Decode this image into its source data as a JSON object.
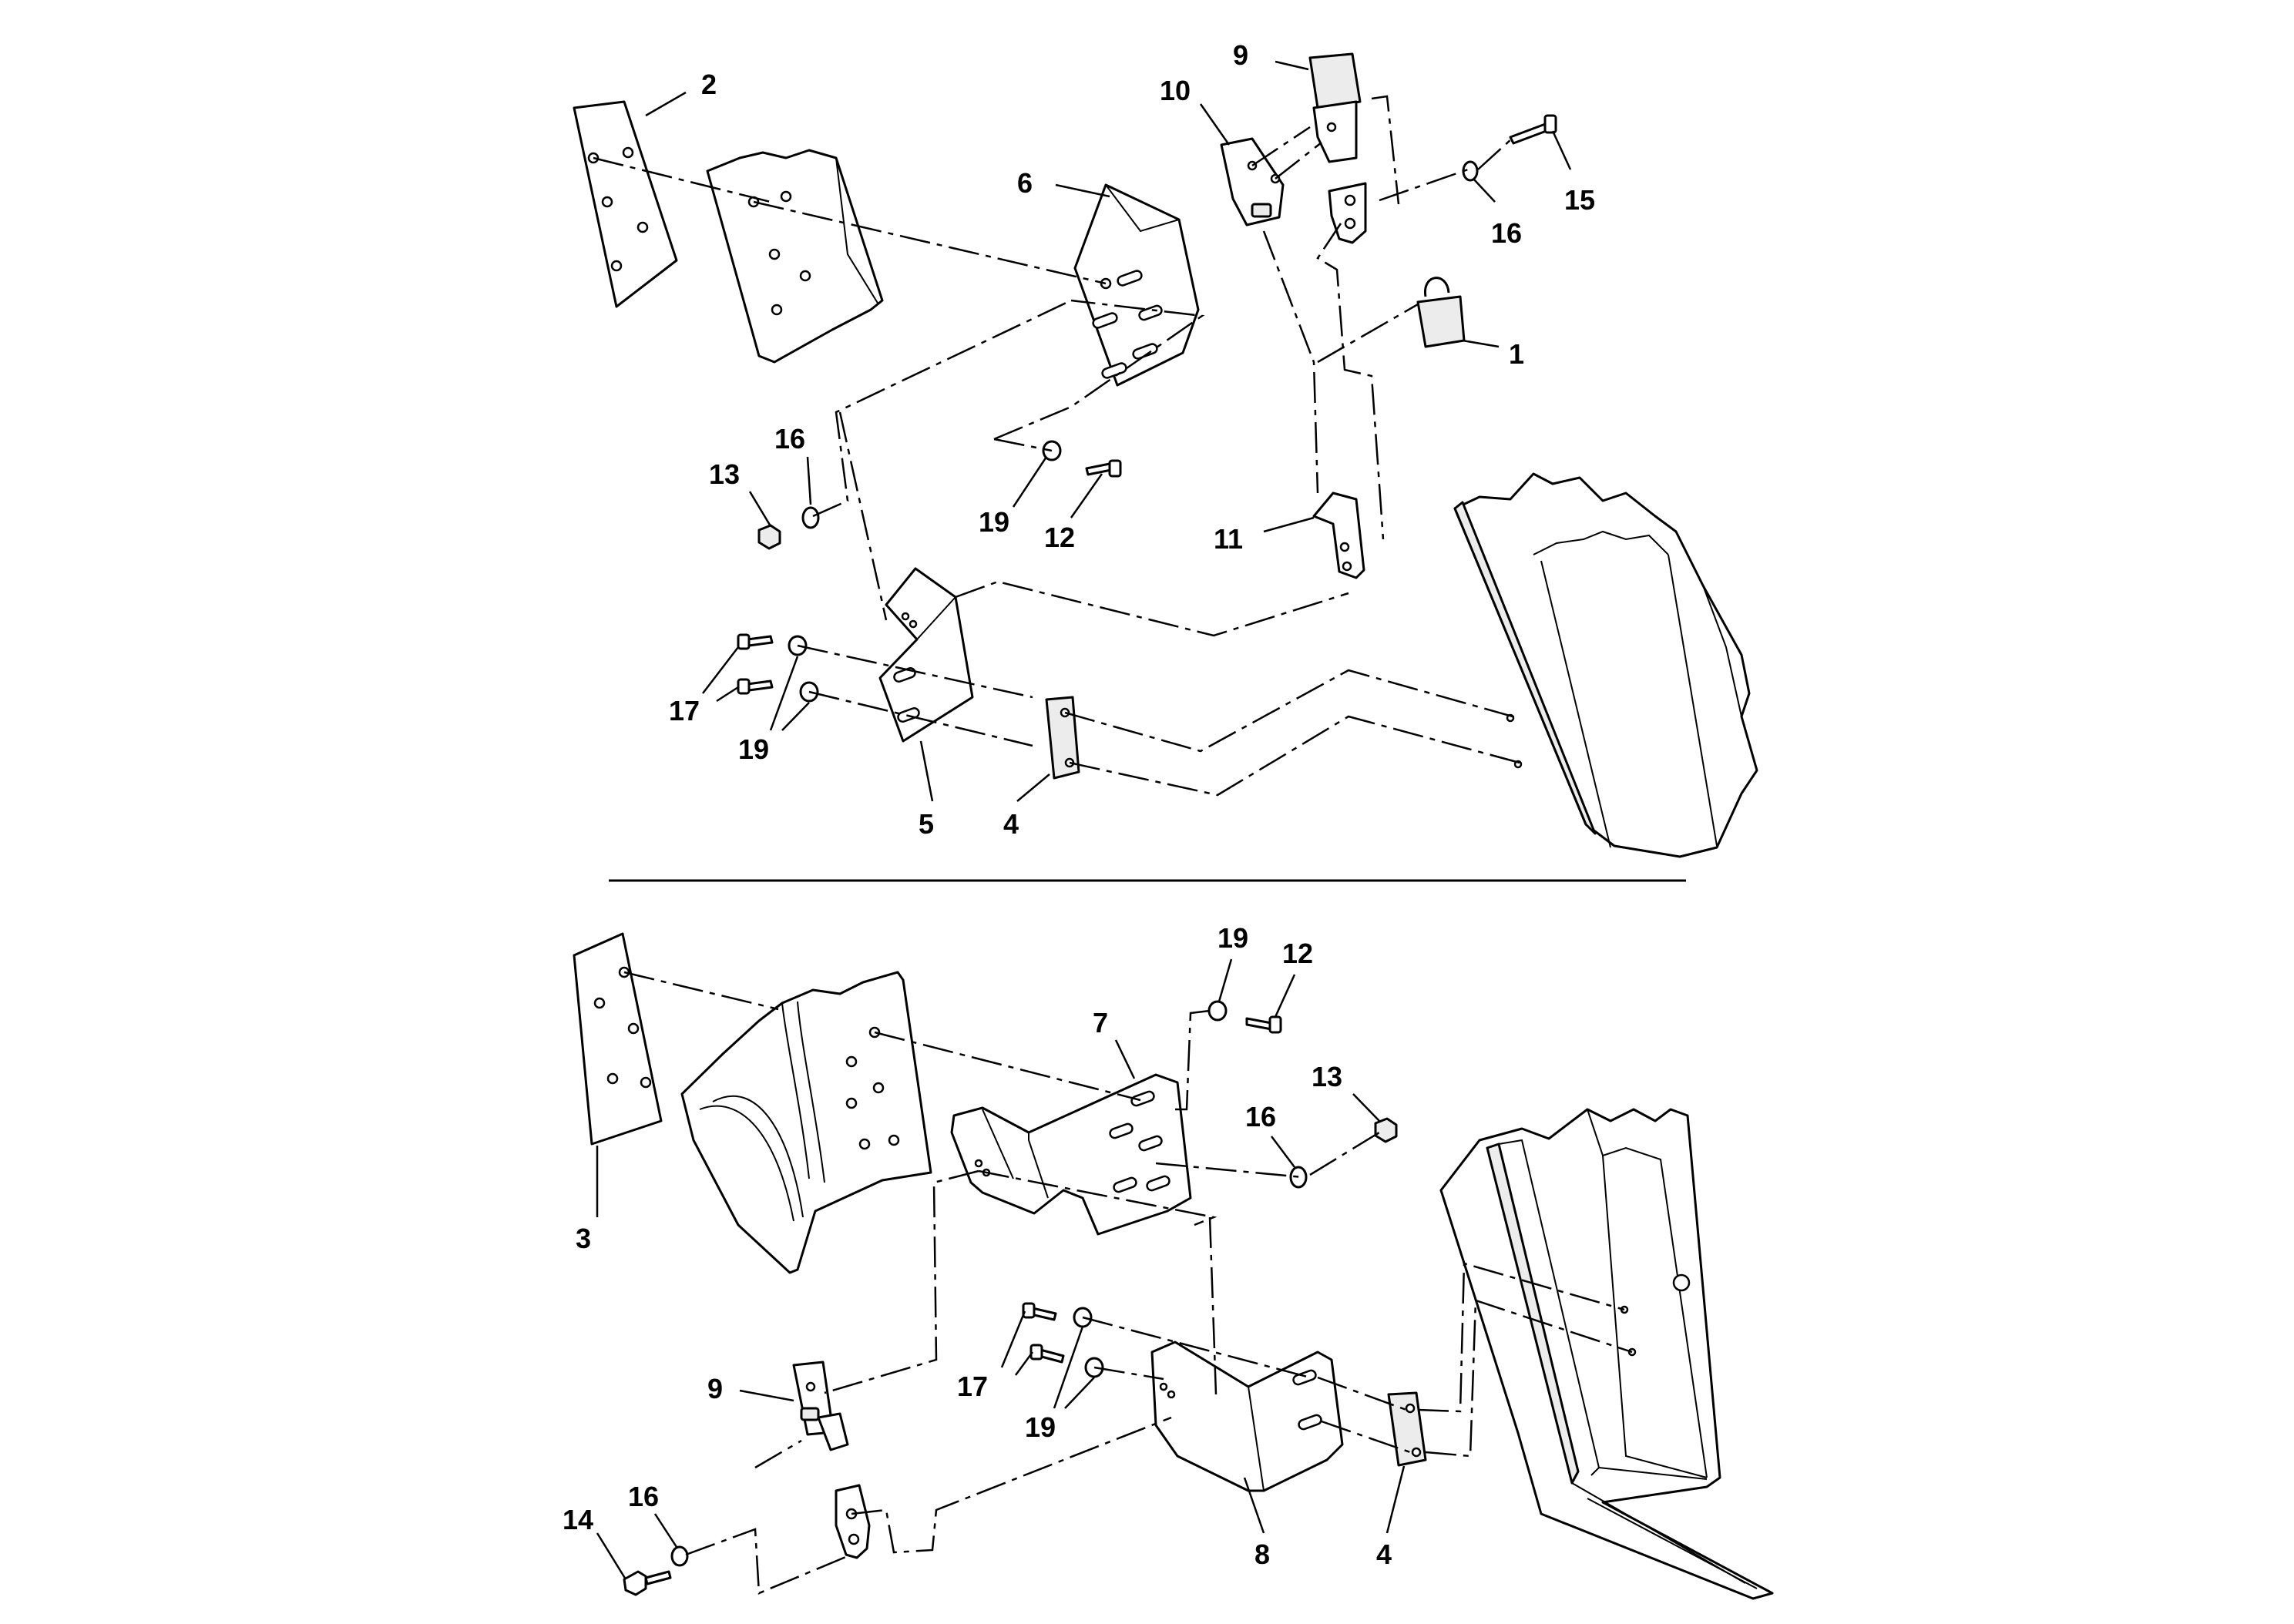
{
  "diagram": {
    "callouts_top": [
      {
        "id": "c2",
        "text": "2"
      },
      {
        "id": "c9",
        "text": "9"
      },
      {
        "id": "c10",
        "text": "10"
      },
      {
        "id": "c6",
        "text": "6"
      },
      {
        "id": "c15",
        "text": "15"
      },
      {
        "id": "c16a",
        "text": "16"
      },
      {
        "id": "c1",
        "text": "1"
      },
      {
        "id": "c16b",
        "text": "16"
      },
      {
        "id": "c13",
        "text": "13"
      },
      {
        "id": "c19a",
        "text": "19"
      },
      {
        "id": "c12",
        "text": "12"
      },
      {
        "id": "c11",
        "text": "11"
      },
      {
        "id": "c17",
        "text": "17"
      },
      {
        "id": "c19b",
        "text": "19"
      },
      {
        "id": "c5",
        "text": "5"
      },
      {
        "id": "c4",
        "text": "4"
      }
    ],
    "callouts_bottom": [
      {
        "id": "d19a",
        "text": "19"
      },
      {
        "id": "d12",
        "text": "12"
      },
      {
        "id": "d7",
        "text": "7"
      },
      {
        "id": "d13",
        "text": "13"
      },
      {
        "id": "d16a",
        "text": "16"
      },
      {
        "id": "d3",
        "text": "3"
      },
      {
        "id": "d9",
        "text": "9"
      },
      {
        "id": "d17",
        "text": "17"
      },
      {
        "id": "d19b",
        "text": "19"
      },
      {
        "id": "d14",
        "text": "14"
      },
      {
        "id": "d16b",
        "text": "16"
      },
      {
        "id": "d8",
        "text": "8"
      },
      {
        "id": "d4",
        "text": "4"
      }
    ]
  }
}
